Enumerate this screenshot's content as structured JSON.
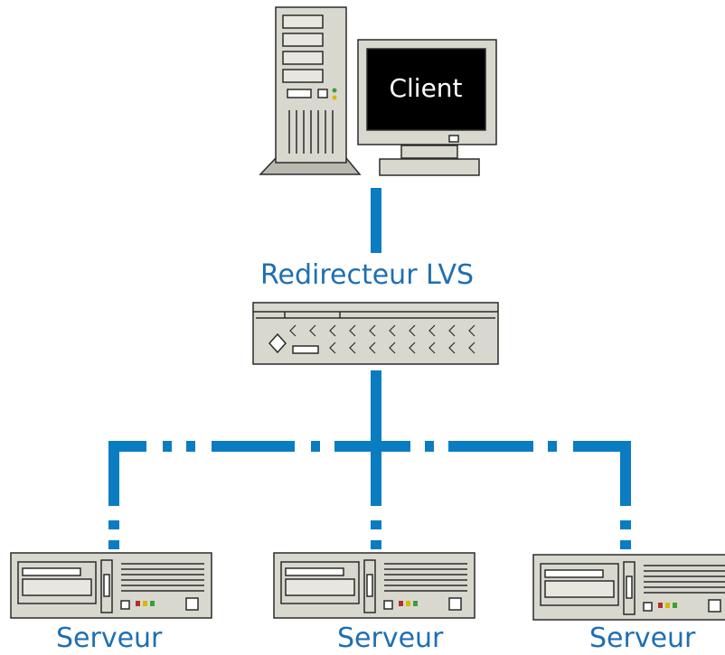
{
  "client": {
    "label": "Client"
  },
  "redirector": {
    "label": "Redirecteur LVS"
  },
  "servers": [
    {
      "label": "Serveur"
    },
    {
      "label": "Serveur"
    },
    {
      "label": "Serveur"
    }
  ],
  "colors": {
    "link": "#0a7cc1",
    "label": "#1f6fb2",
    "device_fill": "#d9d8cf",
    "outline": "#2b2b2b"
  }
}
